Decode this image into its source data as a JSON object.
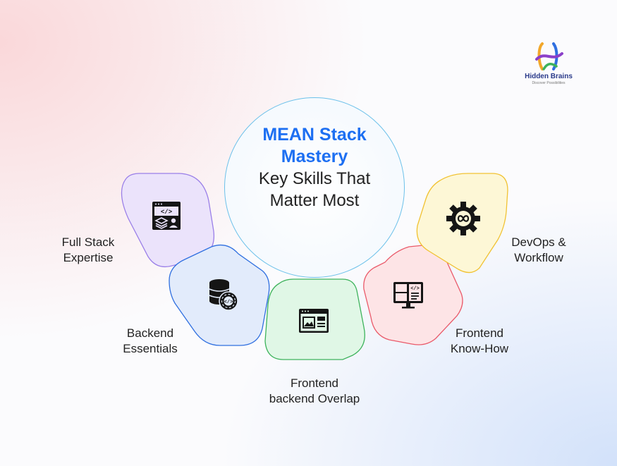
{
  "brand": {
    "name": "Hidden Brains",
    "tagline": "Discover Possibilities"
  },
  "title": {
    "line1": "MEAN Stack",
    "line2": "Mastery",
    "line3": "Key Skills That",
    "line4": "Matter Most"
  },
  "skills": [
    {
      "id": "full-stack",
      "line1": "Full Stack",
      "line2": "Expertise",
      "icon": "code-window-stack-user-icon",
      "color": "#9a7fe8",
      "fill": "#ebe3fb"
    },
    {
      "id": "backend",
      "line1": "Backend",
      "line2": "Essentials",
      "icon": "database-gear-icon",
      "color": "#2f6fe0",
      "fill": "#e2ebfb"
    },
    {
      "id": "overlap",
      "line1": "Frontend",
      "line2": "backend Overlap",
      "icon": "browser-image-icon",
      "color": "#3eb35c",
      "fill": "#e0f7e6"
    },
    {
      "id": "frontend",
      "line1": "Frontend",
      "line2": "Know-How",
      "icon": "monitor-code-icon",
      "color": "#ea5a6a",
      "fill": "#fde4e6"
    },
    {
      "id": "devops",
      "line1": "DevOps &",
      "line2": "Workflow",
      "icon": "gear-infinity-icon",
      "color": "#f1c232",
      "fill": "#fdf7d6"
    }
  ]
}
